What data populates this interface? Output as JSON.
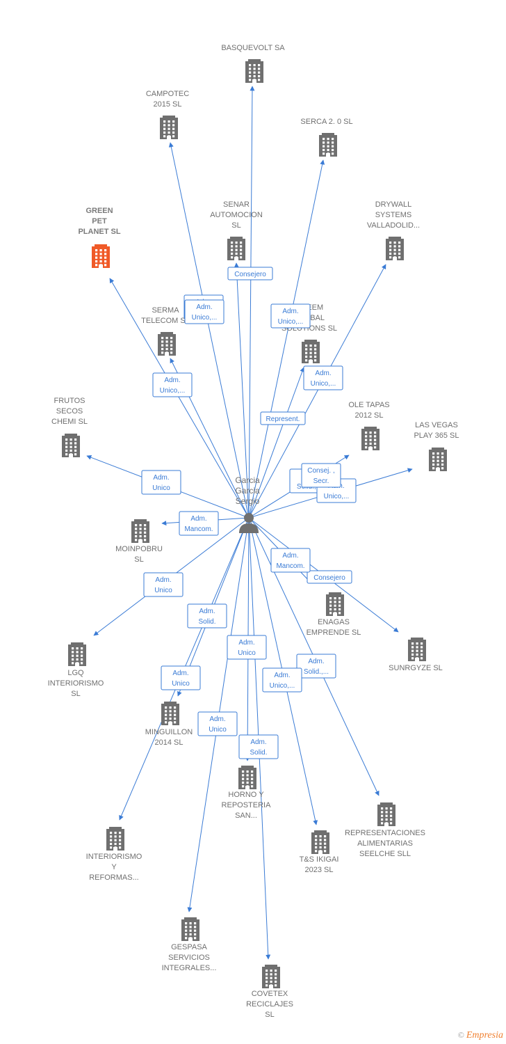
{
  "center": {
    "lines": [
      "Garcia",
      "Garcia",
      "Sergio"
    ]
  },
  "nodes": [
    {
      "id": "basquevolt",
      "lines": [
        "BASQUEVOLT SA"
      ]
    },
    {
      "id": "campotec",
      "lines": [
        "CAMPOTEC",
        "2015  SL"
      ]
    },
    {
      "id": "serca",
      "lines": [
        "SERCA 2. 0 SL"
      ]
    },
    {
      "id": "senar",
      "lines": [
        "SENAR",
        "AUTOMOCION",
        "SL"
      ]
    },
    {
      "id": "drywall",
      "lines": [
        "DRYWALL",
        "SYSTEMS",
        "VALLADOLID..."
      ]
    },
    {
      "id": "greenpet",
      "lines": [
        "GREEN",
        "PET",
        "PLANET  SL"
      ],
      "highlight": true
    },
    {
      "id": "serma",
      "lines": [
        "SERMA",
        "TELECOM  SL"
      ]
    },
    {
      "id": "greemglobal",
      "lines": [
        "GREEM",
        "GLOBAL",
        "SOLUTIONS  SL"
      ]
    },
    {
      "id": "frutos",
      "lines": [
        "FRUTOS",
        "SECOS",
        "CHEMI SL"
      ]
    },
    {
      "id": "oletapas",
      "lines": [
        "OLE TAPAS",
        "2012 SL"
      ]
    },
    {
      "id": "lasvegas",
      "lines": [
        "LAS VEGAS",
        "PLAY 365  SL"
      ]
    },
    {
      "id": "moinpobru",
      "lines": [
        "MOINPOBRU",
        "SL"
      ]
    },
    {
      "id": "enagas",
      "lines": [
        "ENAGAS",
        "EMPRENDE  SL"
      ]
    },
    {
      "id": "sunrgyze",
      "lines": [
        "SUNRGYZE  SL"
      ]
    },
    {
      "id": "lgq",
      "lines": [
        "LGQ",
        "INTERIORISMO",
        "SL"
      ]
    },
    {
      "id": "minguillon",
      "lines": [
        "MINGUILLON",
        "2014  SL"
      ]
    },
    {
      "id": "horno",
      "lines": [
        "HORNO Y",
        "REPOSTERIA",
        "SAN..."
      ]
    },
    {
      "id": "representaciones",
      "lines": [
        "REPRESENTACIONES",
        "ALIMENTARIAS",
        "SEELCHE  SLL"
      ]
    },
    {
      "id": "tsikigai",
      "lines": [
        "T&S IKIGAI",
        "2023  SL"
      ]
    },
    {
      "id": "interiorismo",
      "lines": [
        "INTERIORISMO",
        "Y",
        "REFORMAS..."
      ]
    },
    {
      "id": "gespasa",
      "lines": [
        "GESPASA",
        "SERVICIOS",
        "INTEGRALES..."
      ]
    },
    {
      "id": "covetex",
      "lines": [
        "COVETEX",
        "RECICLAJES",
        "SL"
      ]
    }
  ],
  "edges": [
    {
      "to": "basquevolt",
      "label": []
    },
    {
      "to": "campotec",
      "label": [
        "Adm.",
        "Unico,..."
      ]
    },
    {
      "to": "serca",
      "label": [
        "Adm.",
        "Unico,..."
      ]
    },
    {
      "to": "senar",
      "label": [
        "Consejero"
      ]
    },
    {
      "to": "drywall",
      "label": [
        "Adm.",
        "Unico,..."
      ]
    },
    {
      "to": "greenpet",
      "label": [
        "Adm.",
        "Unico,..."
      ]
    },
    {
      "to": "serma",
      "label": [
        "Adm.",
        "Unico,..."
      ]
    },
    {
      "to": "greemglobal",
      "label": [
        "Represent."
      ]
    },
    {
      "to": "frutos",
      "label": [
        "Adm.",
        "Unico"
      ]
    },
    {
      "to": "oletapas",
      "label": [
        "Adm.",
        "Solid.,..."
      ]
    },
    {
      "to": "lasvegas",
      "label": [
        "Adm.",
        "Unico,..."
      ]
    },
    {
      "to": "moinpobru",
      "label": [
        "Adm.",
        "Mancom."
      ]
    },
    {
      "to": "enagas",
      "label": [
        "Consejero"
      ]
    },
    {
      "to": "sunrgyze",
      "label": [
        "Adm.",
        "Mancom."
      ]
    },
    {
      "to": "lgq",
      "label": [
        "Adm.",
        "Unico"
      ]
    },
    {
      "to": "minguillon",
      "label": [
        "Adm.",
        "Solid."
      ]
    },
    {
      "to": "horno",
      "label": [
        "Adm.",
        "Unico"
      ]
    },
    {
      "to": "representaciones",
      "label": [
        "Adm.",
        "Solid.,..."
      ]
    },
    {
      "to": "tsikigai",
      "label": [
        "Adm.",
        "Unico,..."
      ]
    },
    {
      "to": "interiorismo",
      "label": [
        "Adm.",
        "Unico"
      ]
    },
    {
      "to": "gespasa",
      "label": [
        "Adm.",
        "Unico"
      ]
    },
    {
      "to": "covetex",
      "label": [
        "Adm.",
        "Solid."
      ]
    }
  ],
  "extra_labels": [
    {
      "label": [
        "Consej. ,",
        "Secr."
      ]
    }
  ],
  "colors": {
    "edge": "#3a7bd5",
    "building": "#6f6f6f",
    "highlight": "#f05a28",
    "person": "#6f6f6f"
  },
  "footer": {
    "copyright": "©",
    "brand": "Empresia"
  }
}
